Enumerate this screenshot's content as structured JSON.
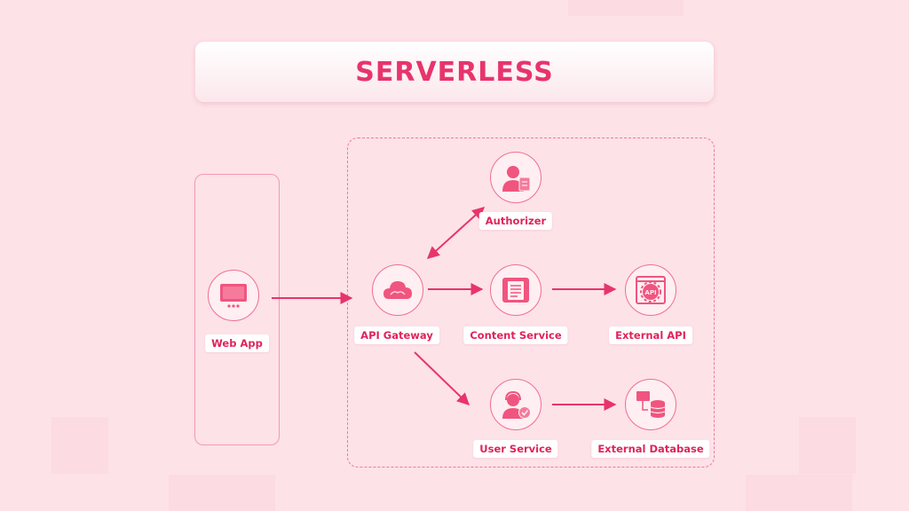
{
  "title": "SERVERLESS",
  "nodes": {
    "web_app": {
      "label": "Web App",
      "icon": "monitor-icon"
    },
    "api_gateway": {
      "label": "API Gateway",
      "icon": "cloud-icon"
    },
    "authorizer": {
      "label": "Authorizer",
      "icon": "user-clipboard-icon"
    },
    "content_service": {
      "label": "Content Service",
      "icon": "document-icon"
    },
    "external_api": {
      "label": "External API",
      "icon": "api-gear-icon"
    },
    "user_service": {
      "label": "User Service",
      "icon": "support-agent-icon"
    },
    "external_database": {
      "label": "External Database",
      "icon": "database-icon"
    }
  },
  "edges": [
    {
      "from": "Web App",
      "to": "API Gateway"
    },
    {
      "from": "API Gateway",
      "to": "Authorizer",
      "bidirectional": true
    },
    {
      "from": "API Gateway",
      "to": "Content Service"
    },
    {
      "from": "API Gateway",
      "to": "User Service"
    },
    {
      "from": "Content Service",
      "to": "External API"
    },
    {
      "from": "User Service",
      "to": "External Database"
    }
  ],
  "colors": {
    "accent": "#e8346c",
    "background": "#fde2e8",
    "icon_fill": "#f0557f"
  }
}
